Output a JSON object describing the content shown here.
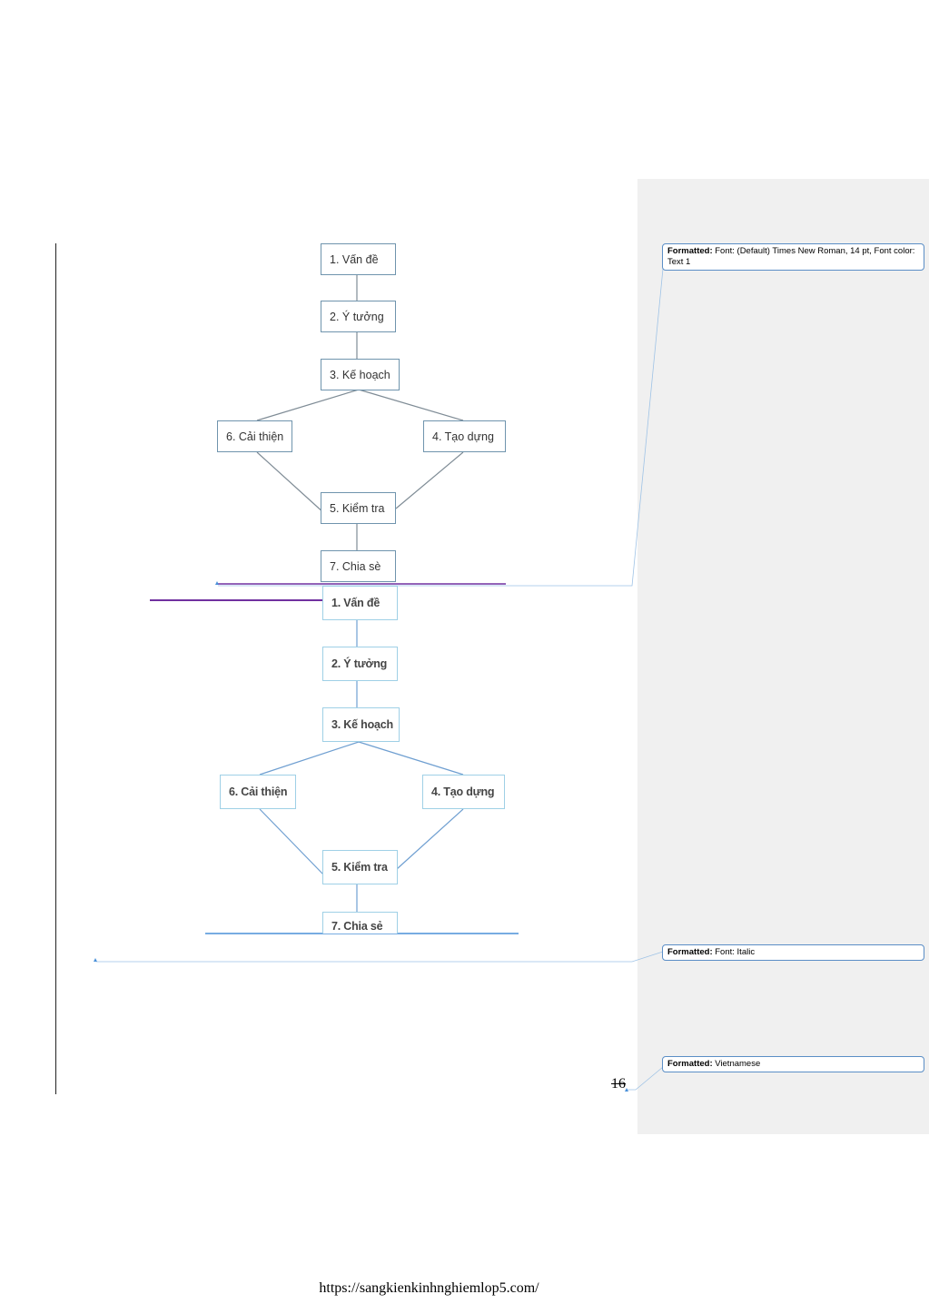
{
  "diagram_top": {
    "problem": "1. Vấn đề",
    "idea": "2. Ý tưởng",
    "plan": "3. Kế hoạch",
    "improve": "6. Cải thiện",
    "build": "4. Tạo dựng",
    "test": "5. Kiểm tra",
    "share": "7. Chia sè"
  },
  "diagram_bottom": {
    "problem": "1. Vấn đề",
    "idea": "2. Ý tưởng",
    "plan": "3. Kế hoạch",
    "improve": "6. Cải thiện",
    "build": "4. Tạo dựng",
    "test": "5. Kiểm tra",
    "share": "7. Chia sẻ"
  },
  "comments": [
    {
      "label": "Formatted:",
      "text": "Font: (Default) Times New Roman, 14 pt, Font color: Text 1"
    },
    {
      "label": "Formatted:",
      "text": "Font: Italic"
    },
    {
      "label": "Formatted:",
      "text": "Vietnamese"
    }
  ],
  "page_number": "16",
  "footer_url": "https://sangkienkinhnghiemlop5.com/",
  "colors": {
    "top_border": "#6f94ad",
    "bottom_border": "#9fd0e6",
    "revision_mark": "#7030a0",
    "comment_pane": "#f0f0f0",
    "balloon_border": "#5b8ec6"
  }
}
